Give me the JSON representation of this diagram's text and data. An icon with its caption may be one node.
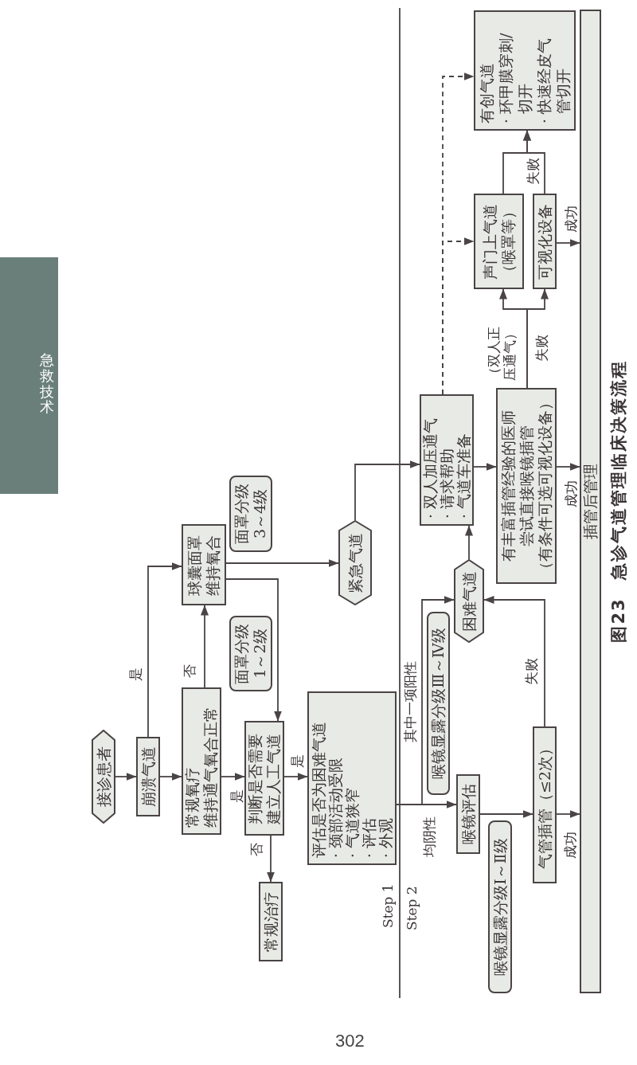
{
  "diagram": {
    "caption": "图23 急诊气道管理临床决策流程",
    "nodes": [
      {
        "text": [
          "接诊患者"
        ]
      },
      {
        "text": [
          "崩溃气道"
        ]
      },
      {
        "text": [
          "常规氧疗",
          "维持通气氧合正常"
        ]
      },
      {
        "text": [
          "球囊面罩维持氧合"
        ]
      },
      {
        "text": [
          "面罩分级1～2级"
        ]
      },
      {
        "text": [
          "面罩分级3～4级"
        ]
      },
      {
        "text": [
          "判断是否需要建立人工气道"
        ]
      },
      {
        "text": [
          "常规治疗"
        ]
      },
      {
        "text": [
          "紧急气道"
        ]
      },
      {
        "text": [
          "评估是否为困难气道",
          "· 颈部活动受限",
          "· 气道狭窄",
          "· 评估",
          "· 外观"
        ]
      },
      {
        "text": [
          "喉镜评估"
        ]
      },
      {
        "text": [
          "喉镜显露分级Ⅲ～Ⅳ级"
        ]
      },
      {
        "text": [
          "困难气道"
        ]
      },
      {
        "text": [
          "· 双人加压通气",
          "· 请求帮助",
          "· 气道车准备"
        ]
      },
      {
        "text": [
          "喉镜显露分级Ⅰ～Ⅱ级"
        ]
      },
      {
        "text": [
          "气管插管（≤2次）"
        ]
      },
      {
        "text": [
          "有丰富插管经验的医师尝试直接喉镜插管",
          "（有条件可选可视化设备）"
        ]
      },
      {
        "text": [
          "声门上气道（喉罩等）"
        ]
      },
      {
        "text": [
          "可视化设备"
        ]
      },
      {
        "text": [
          "有创气道",
          "· 环甲膜穿刺/切开",
          "· 快速经皮气管切开"
        ]
      },
      {
        "text": [
          "插管后管理"
        ]
      }
    ],
    "edges": [
      {
        "from": 0,
        "to": 1,
        "arrow": "to"
      },
      {
        "from": 1,
        "to": 2,
        "arrow": "to"
      },
      {
        "from": 2,
        "to": 6,
        "arrow": "to",
        "label": "是"
      },
      {
        "from": 6,
        "to": 9,
        "arrow": "to",
        "label": "是"
      },
      {
        "from": 6,
        "to": 7,
        "arrow": "to",
        "label": "否"
      },
      {
        "from": 2,
        "to": 3,
        "arrow": "to",
        "label": "否"
      },
      {
        "from": 1,
        "to": 3,
        "arrow": "to",
        "label": "是"
      },
      {
        "from": 3,
        "to": 8,
        "arrow": "to"
      },
      {
        "from": 3,
        "to": 6,
        "arrow": "to"
      },
      {
        "from": 8,
        "to": 13,
        "arrow": "to"
      },
      {
        "from": 9,
        "to": 10,
        "arrow": "to",
        "label": "均阴性"
      },
      {
        "from": 9,
        "to": 12,
        "arrow": "to",
        "label": "其中一项阳性"
      },
      {
        "from": 10,
        "to": 15,
        "arrow": "to"
      },
      {
        "from": 15,
        "to": 12,
        "arrow": "to",
        "label": "失败"
      },
      {
        "from": 12,
        "to": 13,
        "arrow": "to"
      },
      {
        "from": 13,
        "to": 16,
        "arrow": "to"
      },
      {
        "from": 16,
        "to": 20,
        "arrow": "to",
        "label": "成功"
      },
      {
        "from": 15,
        "to": 20,
        "arrow": "to",
        "label": "成功"
      },
      {
        "from": 16,
        "to": 17,
        "arrow": "to",
        "label": "（双人正压通气）"
      },
      {
        "from": 16,
        "to": 18,
        "arrow": "to",
        "label": "失败"
      },
      {
        "from": 18,
        "to": 20,
        "arrow": "to",
        "label": "成功"
      },
      {
        "from": 17,
        "to": 19,
        "arrow": "to",
        "label": "失败"
      },
      {
        "from": 18,
        "to": 19,
        "arrow": "to"
      },
      {
        "from": 13,
        "to": 17,
        "arrow": "to",
        "style": "dashed"
      },
      {
        "from": 13,
        "to": 19,
        "arrow": "to",
        "style": "dashed"
      }
    ],
    "labels": [
      "Step 1",
      "Step 2",
      "急救技术",
      "302"
    ]
  }
}
